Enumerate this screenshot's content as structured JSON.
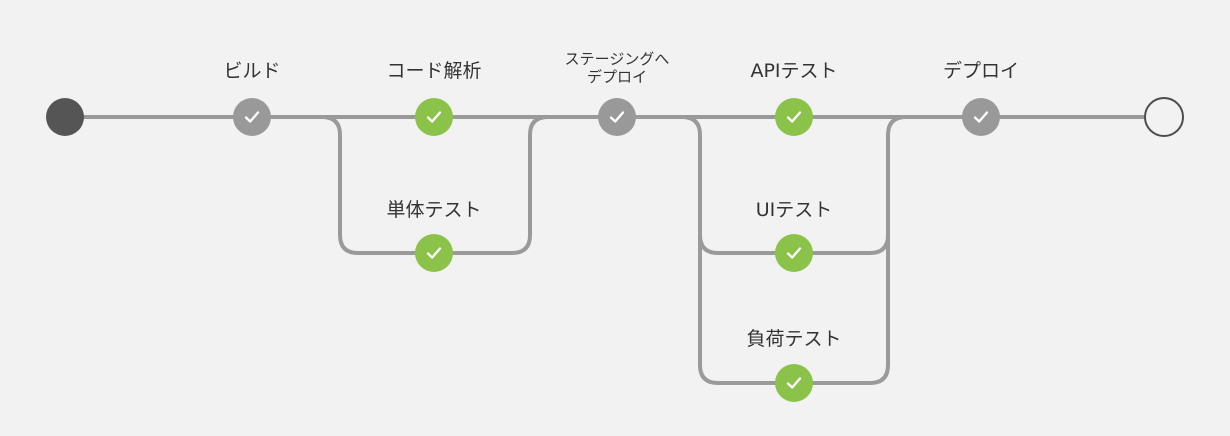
{
  "colors": {
    "background": "#f2f2f2",
    "line": "#9a9a9a",
    "success": "#8bc34a",
    "neutral": "#999999",
    "start": "#555555",
    "end_border": "#4d4d4d",
    "check": "#ffffff",
    "text": "#333333"
  },
  "pipeline": {
    "start_node": {
      "status": "start"
    },
    "end_node": {
      "status": "end"
    },
    "stages": [
      {
        "id": "build",
        "label": "ビルド",
        "status": "neutral",
        "icon": "check-icon"
      },
      {
        "id": "code-analysis",
        "label": "コード解析",
        "status": "success",
        "icon": "check-icon"
      },
      {
        "id": "unit-test",
        "label": "単体テスト",
        "status": "success",
        "icon": "check-icon"
      },
      {
        "id": "deploy-staging",
        "label_lines": [
          "ステージングへ",
          "デプロイ"
        ],
        "status": "neutral",
        "icon": "check-icon"
      },
      {
        "id": "api-test",
        "label": "APIテスト",
        "status": "success",
        "icon": "check-icon"
      },
      {
        "id": "ui-test",
        "label": "UIテスト",
        "status": "success",
        "icon": "check-icon"
      },
      {
        "id": "load-test",
        "label": "負荷テスト",
        "status": "success",
        "icon": "check-icon"
      },
      {
        "id": "deploy",
        "label": "デプロイ",
        "status": "neutral",
        "icon": "check-icon"
      }
    ]
  }
}
